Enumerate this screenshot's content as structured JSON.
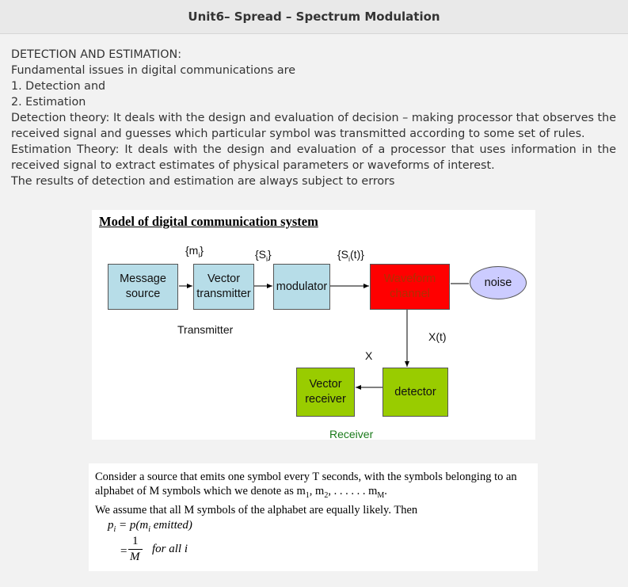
{
  "header": {
    "title": "Unit6– Spread – Spectrum Modulation"
  },
  "text": {
    "heading": "DETECTION AND ESTIMATION:",
    "line1": "Fundamental issues in digital communications are",
    "item1": "1. Detection and",
    "item2": "2. Estimation",
    "detection": "Detection theory: It deals with the design and evaluation of decision – making processor that observes the received signal and guesses which particular symbol was transmitted according to some set of rules.",
    "estimation": "Estimation Theory: It deals with the design and evaluation of a processor that uses information in the received signal to extract estimates of physical parameters or waveforms of interest.",
    "errors": "The results of detection and estimation are always subject to errors"
  },
  "diagram": {
    "title": "Model of digital communication system",
    "boxes": {
      "message_source": "Message source",
      "vector_transmitter": "Vector transmitter",
      "modulator": "modulator",
      "waveform_channel": "Waveform channel",
      "noise": "noise",
      "detector": "detector",
      "vector_receiver": "Vector receiver"
    },
    "labels": {
      "mi": "{m",
      "mi_sub": "i",
      "mi_close": "}",
      "si": "{S",
      "si_sub": "i",
      "si_close": "}",
      "sit": "{S",
      "sit_sub": "i",
      "sit_close": "(t)}",
      "xt": "X(t)",
      "x": "X",
      "transmitter": "Transmitter",
      "receiver": "Receiver"
    },
    "colors": {
      "light_blue": "#b7dde8",
      "red": "#ff0000",
      "green": "#99cc00",
      "noise": "#ccccff",
      "receiver_label": "#1a7a1a"
    }
  },
  "source_text": {
    "para1a": "Consider a source that emits one symbol every T seconds, with the symbols belonging to an alphabet of M symbols which we denote as m",
    "sub1": "1",
    "sep1": ", m",
    "sub2": "2",
    "sep2": ", . . . . . . m",
    "subM": "M",
    "end1": ".",
    "para2": "We assume that all M symbols of the alphabet are equally likely.  Then",
    "eq1_lhs": "p",
    "eq1_lhs_sub": "i",
    "eq1_mid": " = p(m",
    "eq1_mid_sub": "i",
    "eq1_rhs": " emitted)",
    "eq2_eq": "=",
    "eq2_num": "1",
    "eq2_den": "M",
    "eq2_rhs": "for all  i"
  }
}
